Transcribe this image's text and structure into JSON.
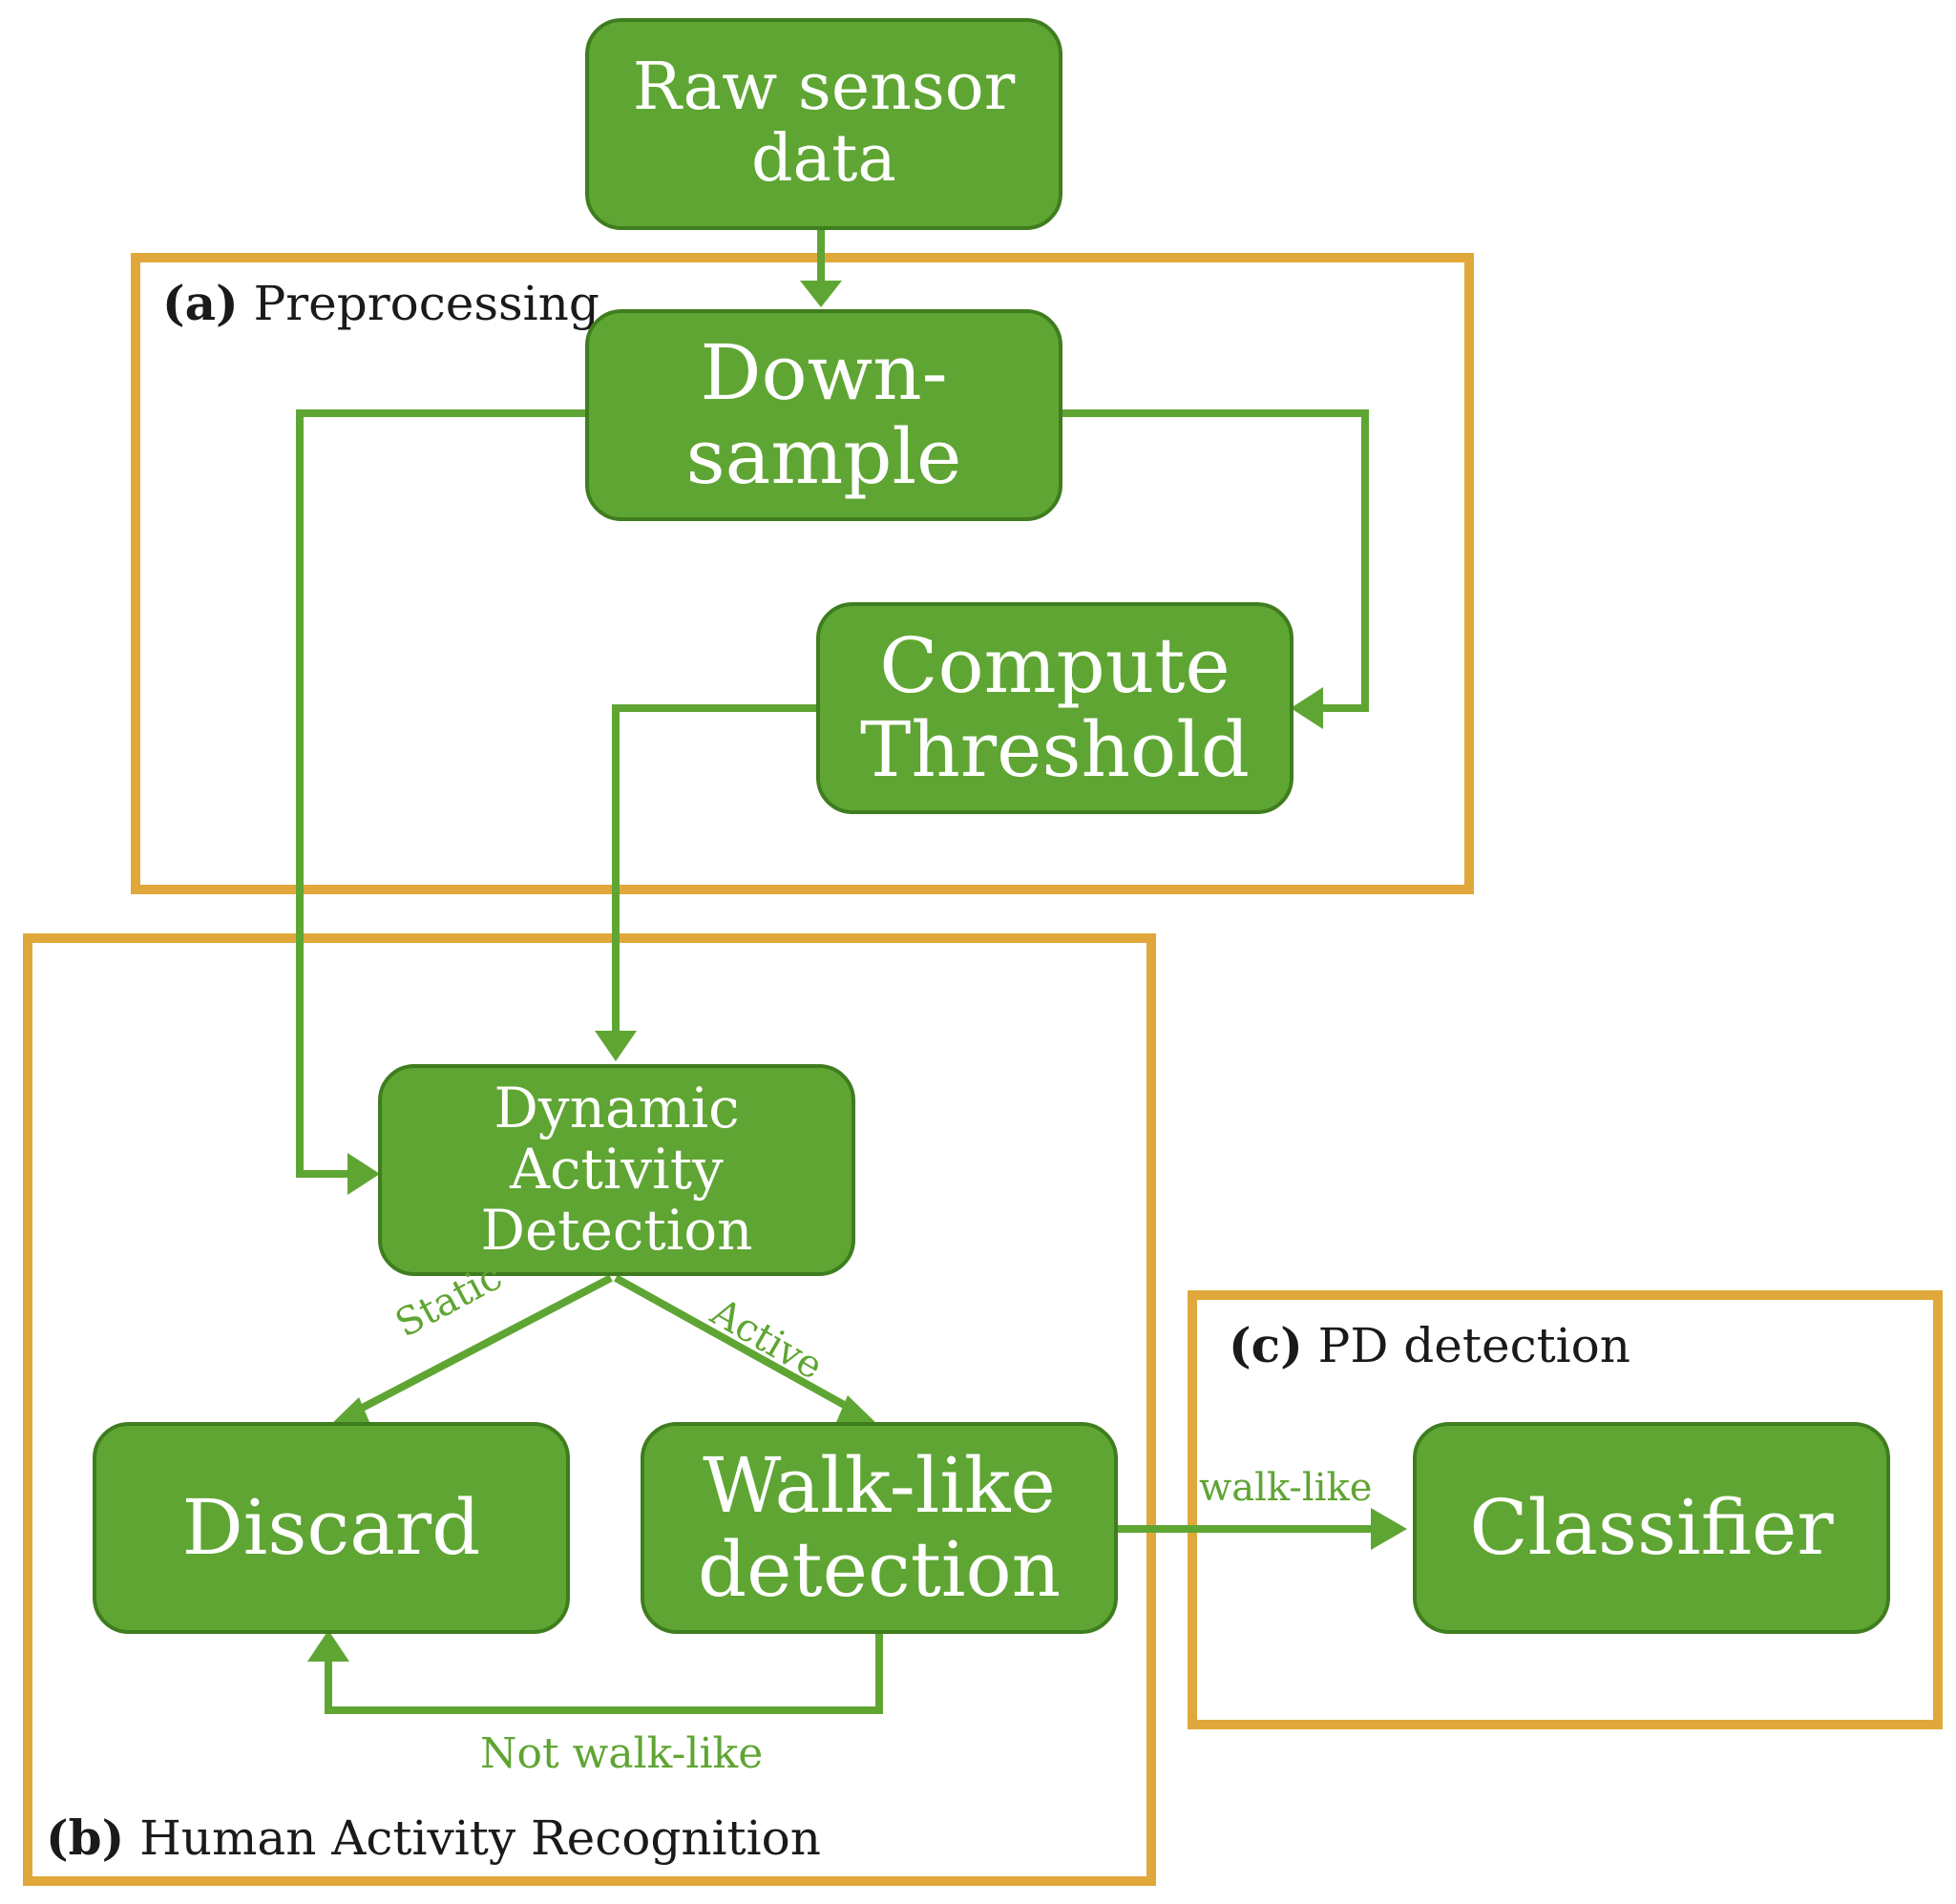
{
  "colors": {
    "node_fill": "#5FA533",
    "node_border": "#3F7D1F",
    "arrow": "#5FA533",
    "region_border": "#E0A83A"
  },
  "regions": {
    "preprocessing": {
      "tag": "(a)",
      "title": "Preprocessing"
    },
    "har": {
      "tag": "(b)",
      "title": "Human Activity Recognition"
    },
    "pd": {
      "tag": "(c)",
      "title": "PD detection"
    }
  },
  "nodes": {
    "raw": {
      "line1": "Raw sensor",
      "line2": "data"
    },
    "downsample": {
      "line1": "Down-",
      "line2": "sample"
    },
    "threshold": {
      "line1": "Compute",
      "line2": "Threshold"
    },
    "dynamic": {
      "line1": "Dynamic",
      "line2": "Activity",
      "line3": "Detection"
    },
    "discard": {
      "line1": "Discard"
    },
    "walklike": {
      "line1": "Walk-like",
      "line2": "detection"
    },
    "classifier": {
      "line1": "Classifier"
    }
  },
  "edge_labels": {
    "static": "Static",
    "active": "Active",
    "not_walk_like": "Not walk-like",
    "walk_like": "walk-like"
  }
}
